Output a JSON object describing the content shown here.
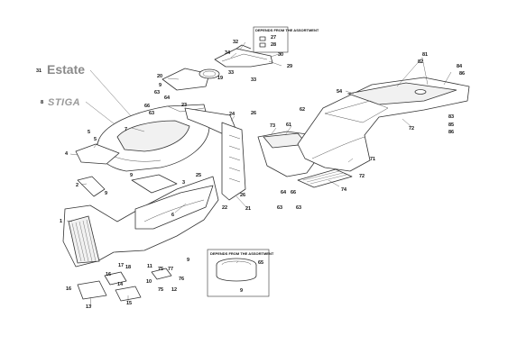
{
  "brand": {
    "estate": "Estate",
    "stiga": "STIGA"
  },
  "boxes": {
    "assortment_top": "DEPENDS FROM THE ASSORTMENT",
    "assortment_bottom": "DEPENDS FROM THE ASSORTMENT"
  },
  "callouts": [
    {
      "id": "31",
      "text": "31"
    },
    {
      "id": "8",
      "text": "8"
    },
    {
      "id": "32",
      "text": "32"
    },
    {
      "id": "34",
      "text": "34"
    },
    {
      "id": "30",
      "text": "30"
    },
    {
      "id": "29",
      "text": "29"
    },
    {
      "id": "33a",
      "text": "33"
    },
    {
      "id": "33b",
      "text": "33"
    },
    {
      "id": "27",
      "text": "27"
    },
    {
      "id": "28",
      "text": "28"
    },
    {
      "id": "20",
      "text": "20"
    },
    {
      "id": "9a",
      "text": "9"
    },
    {
      "id": "19",
      "text": "19"
    },
    {
      "id": "63a",
      "text": "63"
    },
    {
      "id": "64a",
      "text": "64"
    },
    {
      "id": "66a",
      "text": "66"
    },
    {
      "id": "63b",
      "text": "63"
    },
    {
      "id": "23",
      "text": "23"
    },
    {
      "id": "7",
      "text": "7"
    },
    {
      "id": "5a",
      "text": "5"
    },
    {
      "id": "5b",
      "text": "5"
    },
    {
      "id": "4",
      "text": "4"
    },
    {
      "id": "2",
      "text": "2"
    },
    {
      "id": "9b",
      "text": "9"
    },
    {
      "id": "24",
      "text": "24"
    },
    {
      "id": "26a",
      "text": "26"
    },
    {
      "id": "73",
      "text": "73"
    },
    {
      "id": "61",
      "text": "61"
    },
    {
      "id": "62",
      "text": "62"
    },
    {
      "id": "54",
      "text": "54"
    },
    {
      "id": "81",
      "text": "81"
    },
    {
      "id": "82",
      "text": "82"
    },
    {
      "id": "84",
      "text": "84"
    },
    {
      "id": "86a",
      "text": "86"
    },
    {
      "id": "83",
      "text": "83"
    },
    {
      "id": "85",
      "text": "85"
    },
    {
      "id": "86b",
      "text": "86"
    },
    {
      "id": "72a",
      "text": "72"
    },
    {
      "id": "71",
      "text": "71"
    },
    {
      "id": "72b",
      "text": "72"
    },
    {
      "id": "9c",
      "text": "9"
    },
    {
      "id": "3",
      "text": "3"
    },
    {
      "id": "25",
      "text": "25"
    },
    {
      "id": "22",
      "text": "22"
    },
    {
      "id": "26b",
      "text": "26"
    },
    {
      "id": "21",
      "text": "21"
    },
    {
      "id": "74",
      "text": "74"
    },
    {
      "id": "64b",
      "text": "64"
    },
    {
      "id": "66b",
      "text": "66"
    },
    {
      "id": "63c",
      "text": "63"
    },
    {
      "id": "63d",
      "text": "63"
    },
    {
      "id": "1",
      "text": "1"
    },
    {
      "id": "6",
      "text": "6"
    },
    {
      "id": "9d",
      "text": "9"
    },
    {
      "id": "17",
      "text": "17"
    },
    {
      "id": "18",
      "text": "18"
    },
    {
      "id": "16a",
      "text": "16"
    },
    {
      "id": "14",
      "text": "14"
    },
    {
      "id": "16b",
      "text": "16"
    },
    {
      "id": "13",
      "text": "13"
    },
    {
      "id": "15",
      "text": "15"
    },
    {
      "id": "11",
      "text": "11"
    },
    {
      "id": "75a",
      "text": "75"
    },
    {
      "id": "77",
      "text": "77"
    },
    {
      "id": "76",
      "text": "76"
    },
    {
      "id": "10",
      "text": "10"
    },
    {
      "id": "12",
      "text": "12"
    },
    {
      "id": "75b",
      "text": "75"
    },
    {
      "id": "65",
      "text": "65"
    },
    {
      "id": "9e",
      "text": "9"
    }
  ]
}
